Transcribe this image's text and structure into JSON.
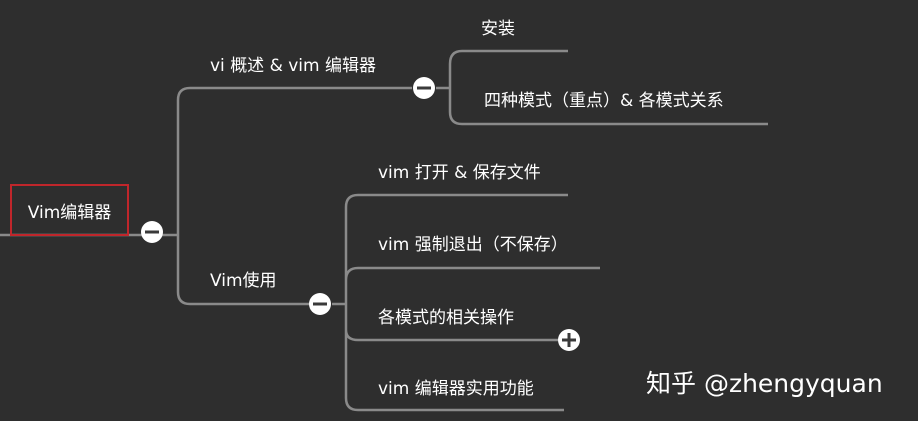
{
  "root": {
    "label": "Vim编辑器"
  },
  "branches": [
    {
      "label": "vi 概述 & vim 编辑器",
      "state": "collapse",
      "children": [
        {
          "label": "安装"
        },
        {
          "label": "四种模式（重点）& 各模式关系"
        }
      ]
    },
    {
      "label": "Vim使用",
      "state": "collapse",
      "children": [
        {
          "label": "vim 打开 & 保存文件"
        },
        {
          "label": "vim 强制退出（不保存）"
        },
        {
          "label": "各模式的相关操作",
          "state": "expand"
        },
        {
          "label": "vim 编辑器实用功能"
        }
      ]
    }
  ],
  "watermark": "知乎 @zhengyquan",
  "colors": {
    "background": "#2e2e2e",
    "line": "#8a8a8a",
    "text": "#ffffff",
    "root_border": "#c0262b",
    "toggle": "#ffffff"
  }
}
